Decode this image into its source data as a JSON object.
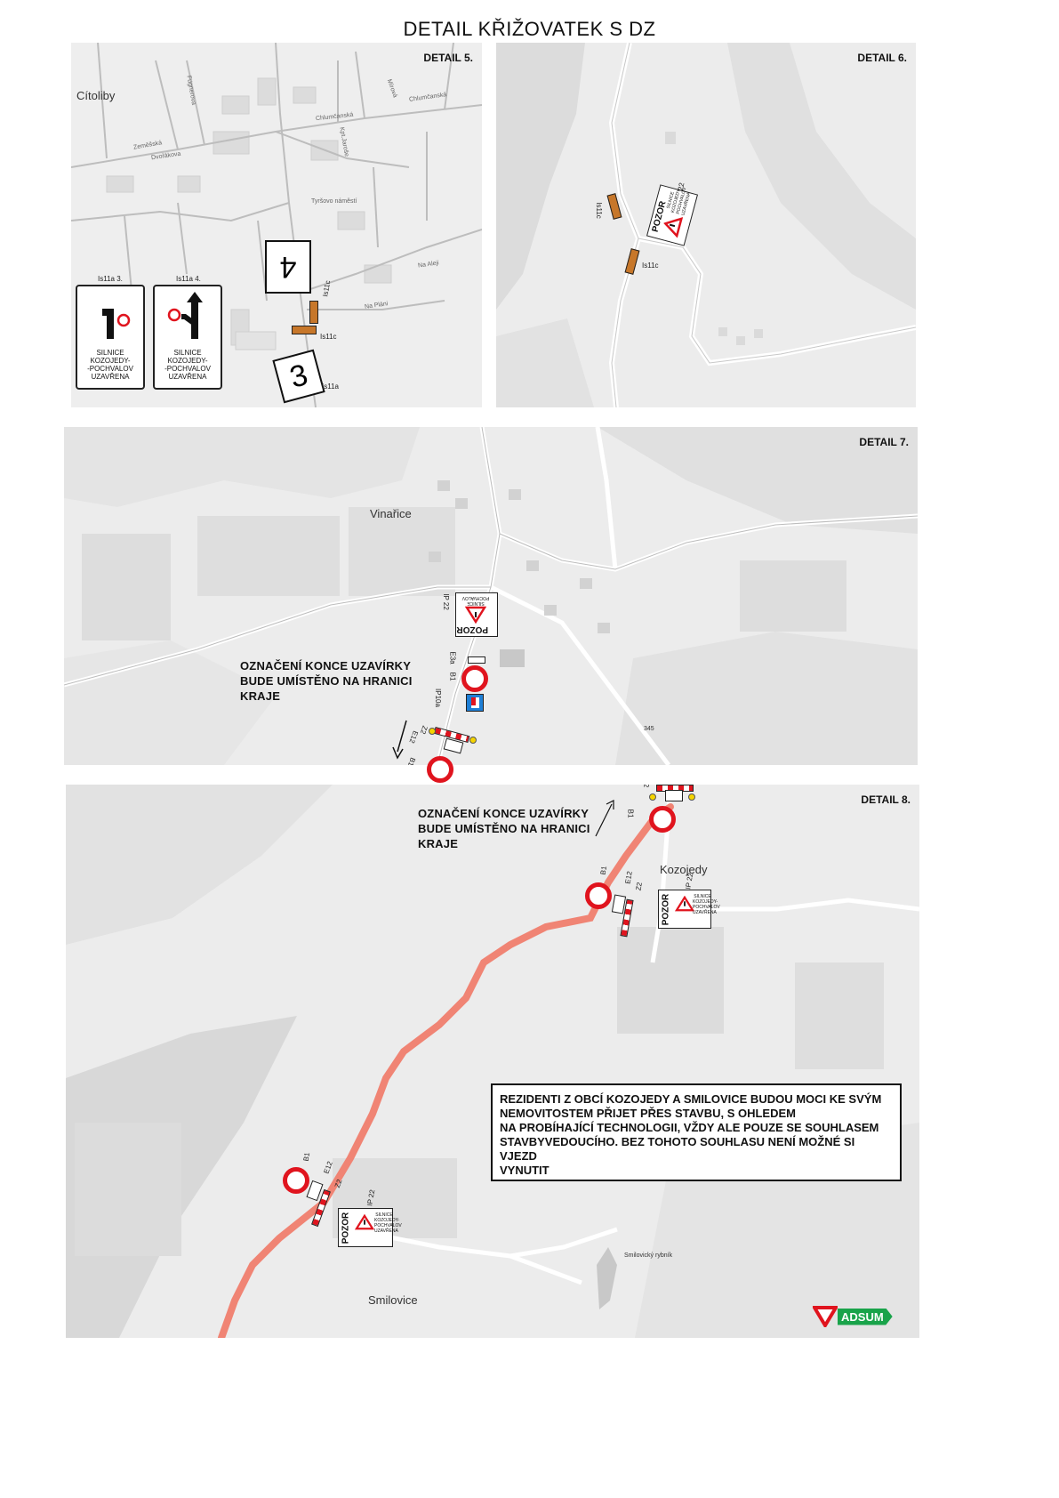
{
  "page_title": "DETAIL KŘIŽOVATEK S DZ",
  "details": {
    "d5": {
      "label": "DETAIL 5.",
      "place": "Cítoliby"
    },
    "d6": {
      "label": "DETAIL 6."
    },
    "d7": {
      "label": "DETAIL 7.",
      "place": "Vinařice"
    },
    "d8": {
      "label": "DETAIL 8.",
      "place_top": "Kozojedy",
      "place_bottom": "Smilovice"
    }
  },
  "streets5": [
    "Zeměšská",
    "Chlumčanská",
    "Chlumčanská",
    "Mírová",
    "Kpt.Jaroše",
    "Fügnerova",
    "Dvořákova",
    "Tyršovo náměstí",
    "Na Pláni",
    "Na Aleji"
  ],
  "sign_boards": {
    "left": {
      "code": "Is11a 3.",
      "text": [
        "SILNICE",
        "KOZOJEDY-",
        "-POCHVALOV",
        "UZAVŘENA"
      ]
    },
    "right": {
      "code": "Is11a 4.",
      "text": [
        "SILNICE",
        "KOZOJEDY-",
        "-POCHVALOV",
        "UZAVŘENA"
      ]
    }
  },
  "num_signs": {
    "four": "4",
    "three": "3"
  },
  "sign_codes": {
    "is11c": "Is11c",
    "is11a": "Is11a",
    "ip22": "IP 22",
    "b1": "B1",
    "e12": "E12",
    "z2": "Z2",
    "e3a": "E3a",
    "ip10a": "IP10a"
  },
  "pozor": {
    "word": "POZOR",
    "small": [
      "SILNICE",
      "KOZOJEDY-",
      "POCHVALOV",
      "UZAVŘENA"
    ]
  },
  "notes": {
    "d7": [
      "OZNAČENÍ KONCE UZAVÍRKY",
      "BUDE UMÍSTĚNO NA HRANICI",
      "KRAJE"
    ],
    "d8": [
      "OZNAČENÍ KONCE UZAVÍRKY",
      "BUDE UMÍSTĚNO NA HRANICI",
      "KRAJE"
    ],
    "residents": [
      "REZIDENTI  Z OBCÍ KOZOJEDY A SMILOVICE BUDOU MOCI KE SVÝM",
      "NEMOVITOSTEM PŘIJET PŘES STAVBU, S OHLEDEM",
      "NA PROBÍHAJÍCÍ TECHNOLOGII, VŽDY ALE POUZE SE SOUHLASEM",
      "STAVBYVEDOUCÍHO. BEZ TOHOTO SOUHLASU NENÍ MOŽNÉ SI VJEZD",
      "VYNUTIT"
    ]
  },
  "map_labels": {
    "elev": "345",
    "pond": "Smilovický rybník"
  },
  "logo": {
    "text": "ADSUM"
  },
  "colors": {
    "closure_route": "#f08474",
    "sign_red": "#e0141e",
    "map_bg": "#ececec",
    "logo_green": "#19a34a"
  }
}
